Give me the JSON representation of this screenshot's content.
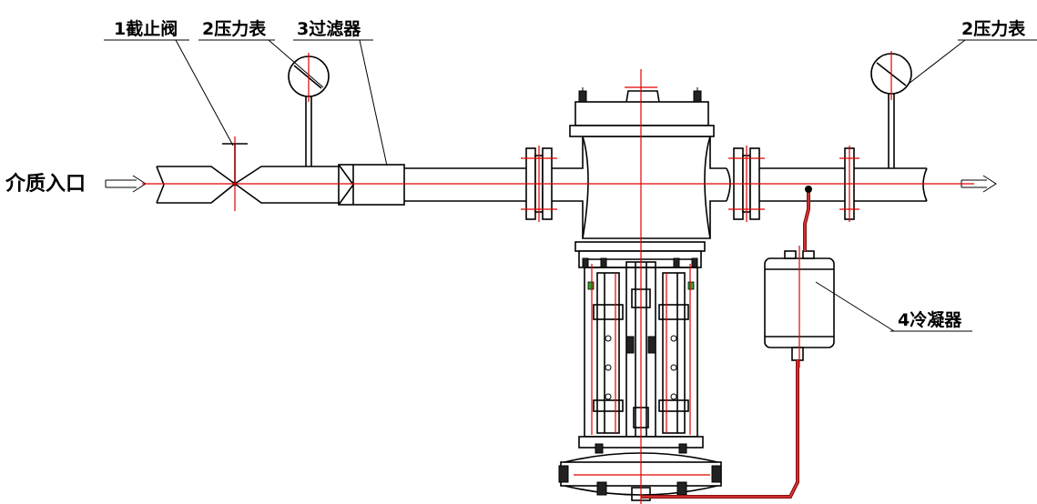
{
  "labels": {
    "stop_valve": "1截止阀",
    "pressure_gauge_inlet": "2压力表",
    "filter": "3过滤器",
    "pressure_gauge_outlet": "2压力表",
    "condenser": "4冷凝器",
    "medium_inlet": "介质入口"
  },
  "colors": {
    "line": "#000000",
    "centerline": "#e00000",
    "tube": "#8a1010"
  },
  "icons": {
    "inlet_arrow": "double-arrow-right-icon",
    "outlet_arrow": "double-arrow-right-icon"
  }
}
